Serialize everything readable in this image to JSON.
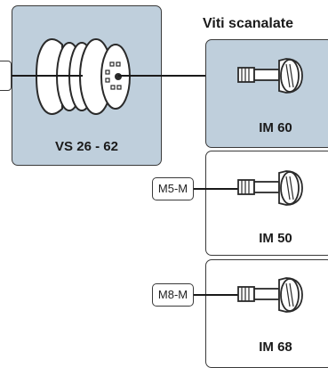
{
  "heading": "Viti scanalate",
  "main_unit": {
    "label": "VS 26 - 62"
  },
  "screws": [
    {
      "label": "IM 60",
      "adapter": ""
    },
    {
      "label": "IM 50",
      "adapter": "M5-M"
    },
    {
      "label": "IM 68",
      "adapter": "M8-M"
    }
  ],
  "colors": {
    "highlight_fill": "#bfcfdc",
    "outline": "#3a3a3a",
    "line": "#1a1a1a",
    "background": "#ffffff"
  }
}
